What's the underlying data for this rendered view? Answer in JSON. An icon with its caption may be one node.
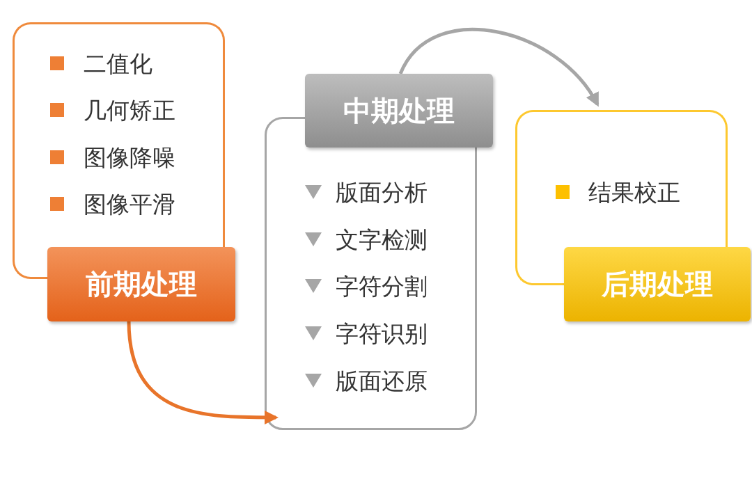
{
  "diagram": {
    "nodes": [
      {
        "text": [
          "二值化",
          "几何矫正",
          "图像降噪",
          "图像平滑",
          "前期处理"
        ]
      },
      {
        "text": [
          "中期处理",
          "版面分析",
          "文字检测",
          "字符分割",
          "字符识别",
          "版面还原"
        ]
      },
      {
        "text": [
          "结果校正",
          "后期处理"
        ]
      }
    ],
    "edges": [
      {
        "from": 0,
        "to": 1,
        "arrow": "to",
        "color": "#e8742a"
      },
      {
        "from": 1,
        "to": 2,
        "arrow": "to",
        "color": "#a6a6a6"
      }
    ]
  }
}
